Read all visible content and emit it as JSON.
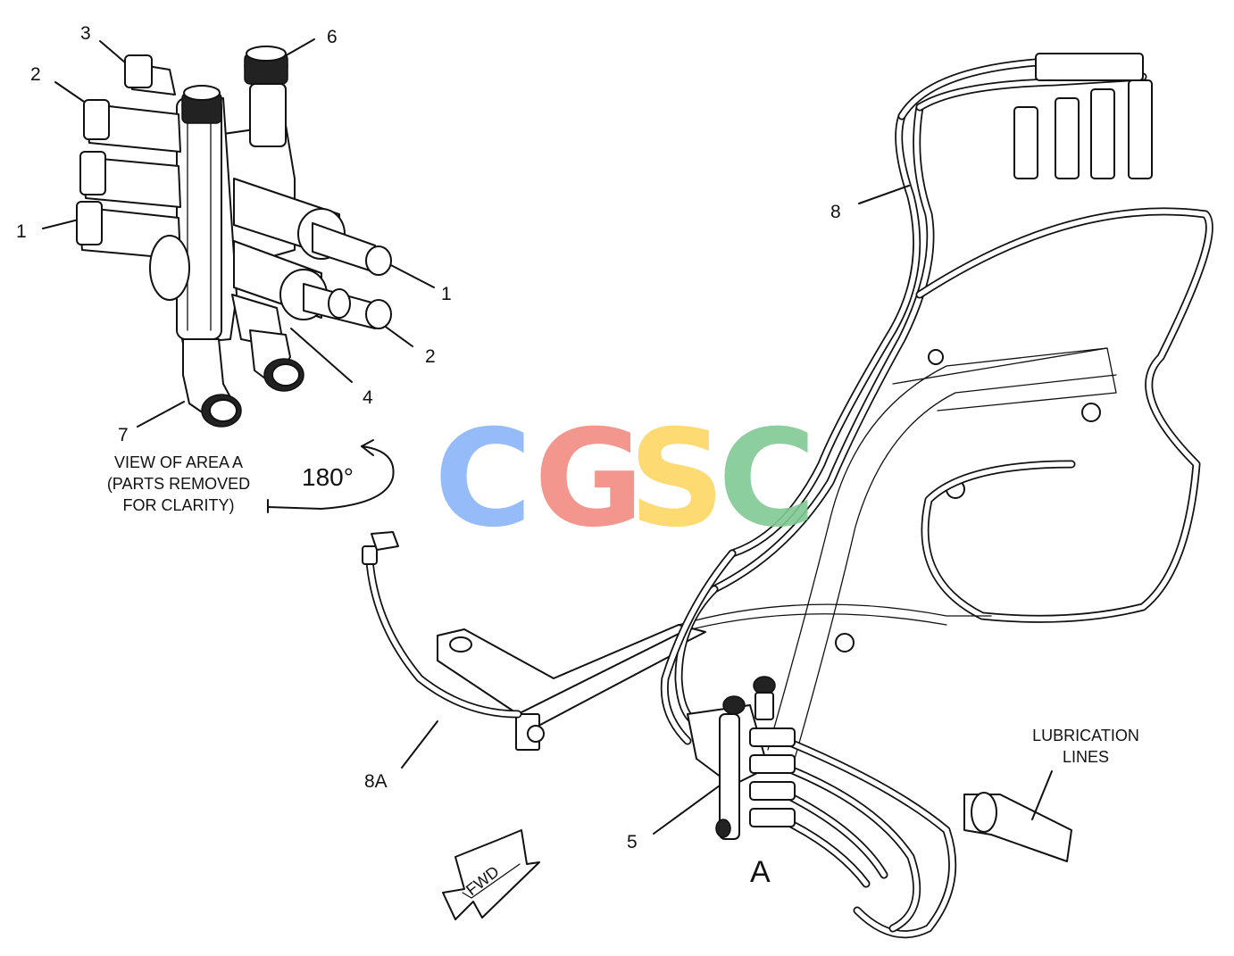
{
  "callouts": {
    "c3": "3",
    "c2_top": "2",
    "c6": "6",
    "c1_left": "1",
    "c1_right": "1",
    "c2_right": "2",
    "c4": "4",
    "c7": "7",
    "c8": "8",
    "c8a": "8A",
    "c5": "5"
  },
  "view_note": {
    "line1": "VIEW OF AREA  A",
    "line2": "(PARTS REMOVED",
    "line3": "FOR CLARITY)"
  },
  "rotation": "180°",
  "area_label": "A",
  "lubrication_note": {
    "line1": "LUBRICATION",
    "line2": "LINES"
  },
  "forward_arrow": "FWD",
  "watermark": {
    "letters": [
      "C",
      "G",
      "S",
      "C"
    ],
    "colors": [
      "#8ab4f8",
      "#f28b82",
      "#fdd663",
      "#81c995"
    ]
  },
  "icons": {
    "direction": "forward-arrow-icon",
    "rotation": "rotation-arrow-icon"
  }
}
